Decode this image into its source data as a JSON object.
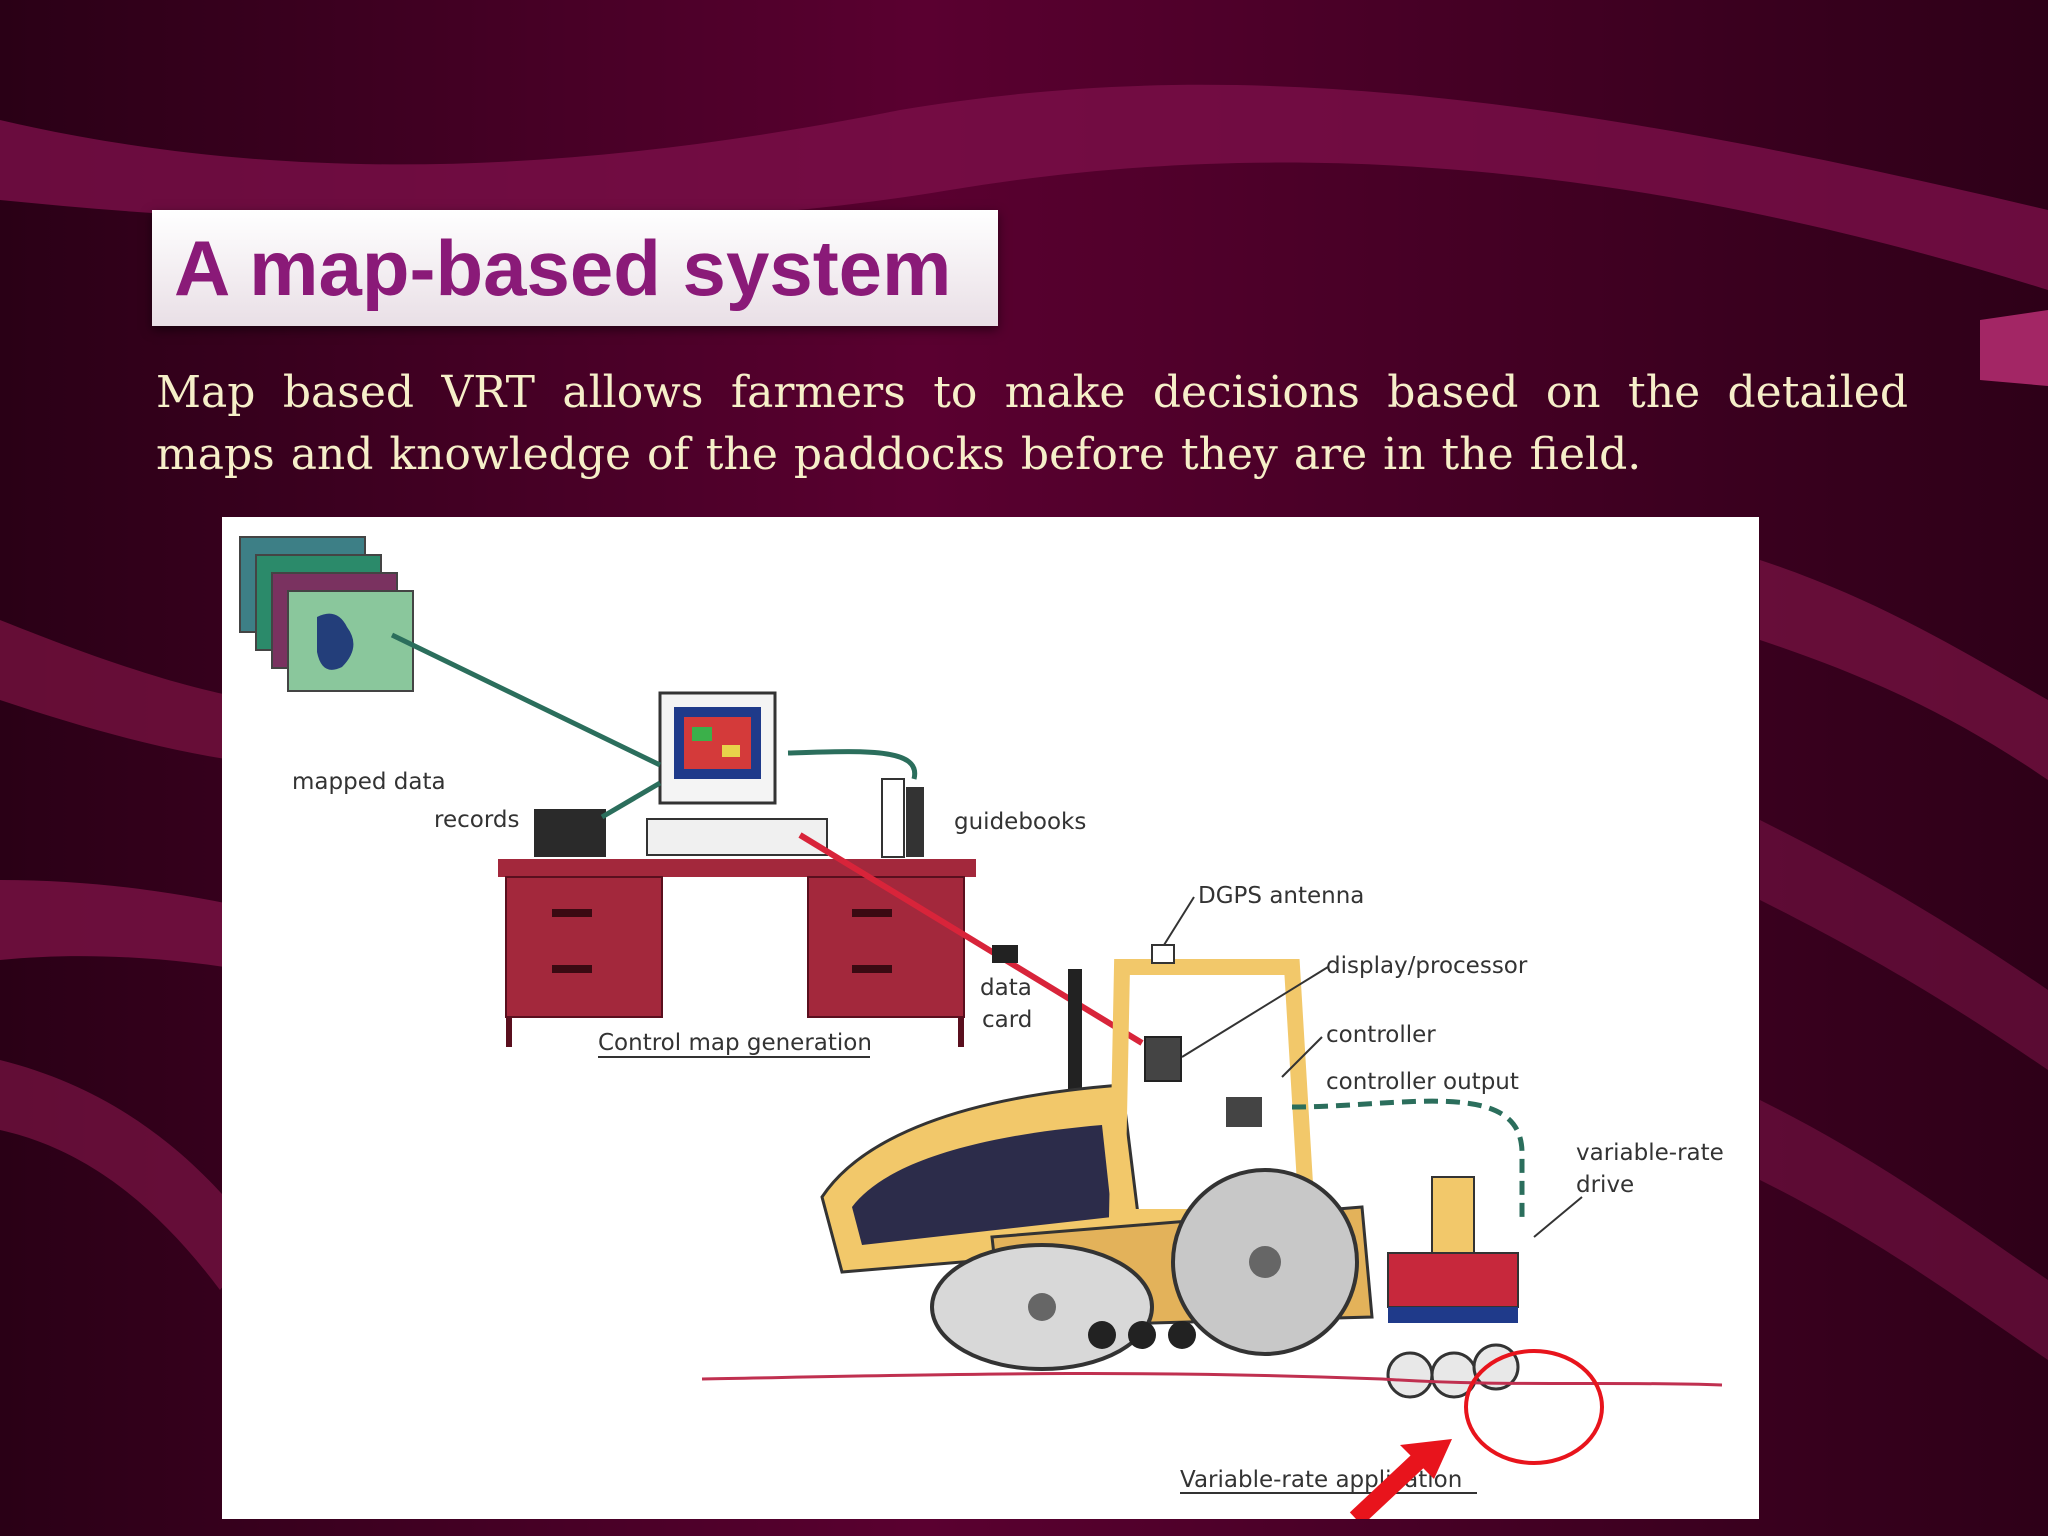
{
  "slide": {
    "title": "A map-based system",
    "body": "Map based VRT allows farmers to make decisions based on the detailed maps and knowledge of the paddocks before they are in the field."
  },
  "diagram": {
    "labels": {
      "mapped_data": "mapped data",
      "records": "records",
      "guidebooks": "guidebooks",
      "data_card_line1": "data",
      "data_card_line2": "card",
      "control_map_generation": "Control map generation",
      "dgps_antenna": "DGPS antenna",
      "display_processor": "display/processor",
      "controller": "controller",
      "controller_output": "controller output",
      "variable_rate_drive_line1": "variable-rate",
      "variable_rate_drive_line2": "drive",
      "variable_rate_application": "Variable-rate application"
    }
  },
  "colors": {
    "background": "#3a0020",
    "title_text": "#8a1a78",
    "body_text": "#f6efc9",
    "highlight": "#e8141c",
    "desk": "#a3283c",
    "tractor": "#f2c86a"
  }
}
